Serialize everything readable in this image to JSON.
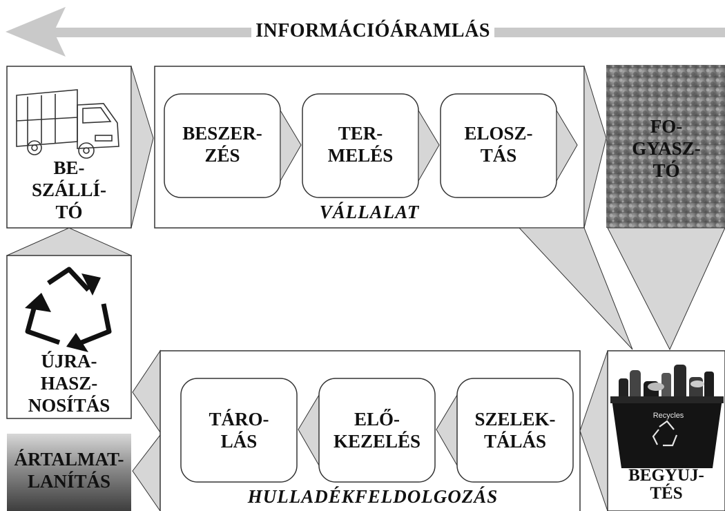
{
  "header": {
    "info_flow": "INFORMÁCIÓÁRAMLÁS"
  },
  "top_row": {
    "supplier": [
      "BE-",
      "SZÁLLÍ-",
      "TÓ"
    ],
    "company_label": "VÁLLALAT",
    "steps": [
      [
        "BESZER-",
        "ZÉS"
      ],
      [
        "TER-",
        "MELÉS"
      ],
      [
        "ELOSZ-",
        "TÁS"
      ]
    ],
    "consumer": [
      "FO-",
      "GYASZ-",
      "TÓ"
    ]
  },
  "left_column": {
    "recycling": [
      "ÚJRA-",
      "HASZ-",
      "NOSÍTÁS"
    ],
    "disposal": [
      "ÁRTALMAT-",
      "LANÍTÁS"
    ]
  },
  "bottom_row": {
    "waste_label": "HULLADÉKFELDOLGOZÁS",
    "steps": [
      [
        "TÁRO-",
        "LÁS"
      ],
      [
        "ELŐ-",
        "KEZELÉS"
      ],
      [
        "SZELEK-",
        "TÁLÁS"
      ]
    ],
    "collection": [
      "BEGYŰJ-",
      "TÉS"
    ],
    "bin_text": "Recycles"
  }
}
